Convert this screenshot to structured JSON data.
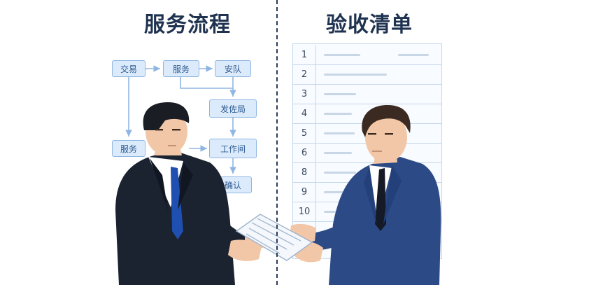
{
  "titles": {
    "left": "服务流程",
    "right": "验收清单"
  },
  "flowchart": {
    "nodes": {
      "trade": "交易",
      "service_top": "服务",
      "install": "安队",
      "dispatch": "发佐局",
      "service_left": "服务",
      "workshop": "工作间",
      "confirm": "确认"
    }
  },
  "checklist": {
    "rows": [
      "1",
      "2",
      "3",
      "4",
      "5",
      "6",
      "8",
      "9",
      "10"
    ]
  },
  "colors": {
    "title": "#1f3350",
    "box_fill": "#dcebfb",
    "box_border": "#8fb6e2",
    "suit_left": "#1b2230",
    "suit_right": "#2b4a86",
    "divider": "#2b3d59"
  }
}
